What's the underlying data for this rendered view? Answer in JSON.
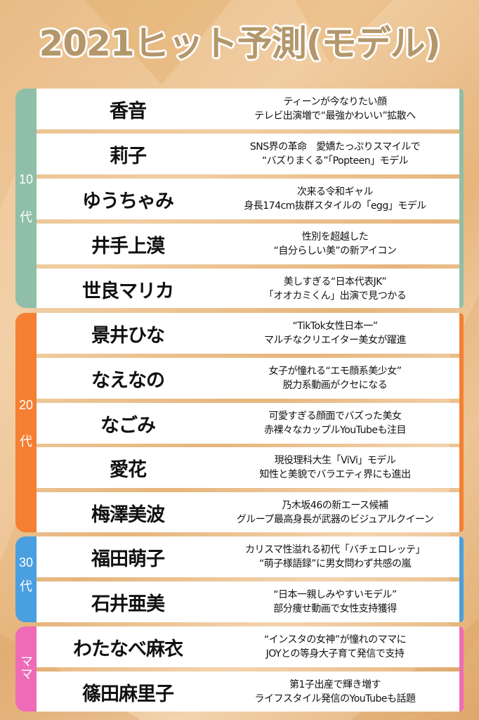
{
  "title": "2021ヒット予測(モデル)",
  "colors": {
    "teens": "#8fbfa8",
    "twenties": "#f57f33",
    "thirties": "#4a9fe0",
    "mama": "#ee6cb7",
    "title_fill": "#b3976b"
  },
  "sections": [
    {
      "label_num": "10",
      "label_suffix": "代",
      "rows": [
        {
          "name": "香音",
          "line1": "ティーンが今なりたい顔",
          "line2": "テレビ出演増で“最強かわいい”拡散へ"
        },
        {
          "name": "莉子",
          "line1": "SNS界の革命　愛嬌たっぷりスマイルで",
          "line2": "“バズりまくる”「Popteen」モデル"
        },
        {
          "name": "ゆうちゃみ",
          "line1": "次来る令和ギャル",
          "line2": "身長174cm抜群スタイルの「egg」モデル"
        },
        {
          "name": "井手上漠",
          "line1": "性別を超越した",
          "line2": "“自分らしい美”の新アイコン"
        },
        {
          "name": "世良マリカ",
          "line1": "美しすぎる“日本代表JK”",
          "line2": "「オオカミくん」出演で見つかる"
        }
      ]
    },
    {
      "label_num": "20",
      "label_suffix": "代",
      "rows": [
        {
          "name": "景井ひな",
          "line1": "“TikTok女性日本一”",
          "line2": "マルチなクリエイター美女が躍進"
        },
        {
          "name": "なえなの",
          "line1": "女子が憧れる“エモ顔系美少女”",
          "line2": "脱力系動画がクセになる"
        },
        {
          "name": "なごみ",
          "line1": "可愛すぎる顔面でバズった美女",
          "line2": "赤裸々なカップルYouTubeも注目"
        },
        {
          "name": "愛花",
          "line1": "現役理科大生「ViVi」モデル",
          "line2": "知性と美貌でバラエティ界にも進出"
        },
        {
          "name": "梅澤美波",
          "line1": "乃木坂46の新エース候補",
          "line2": "グループ最高身長が武器のビジュアルクイーン"
        }
      ]
    },
    {
      "label_num": "30",
      "label_suffix": "代",
      "rows": [
        {
          "name": "福田萌子",
          "line1": "カリスマ性溢れる初代「バチェロレッテ」",
          "line2": "“萌子様語録”に男女問わず共感の嵐"
        },
        {
          "name": "石井亜美",
          "line1": "“日本一親しみやすいモデル”",
          "line2": "部分痩せ動画で女性支持獲得"
        }
      ]
    },
    {
      "label_num": "",
      "label_suffix": "ママ",
      "rows": [
        {
          "name": "わたなべ麻衣",
          "line1": "“インスタの女神”が憧れのママに",
          "line2": "JOYとの等身大子育て発信で支持"
        },
        {
          "name": "篠田麻里子",
          "line1": "第1子出産で輝き増す",
          "line2": "ライフスタイル発信のYouTubeも話題"
        }
      ]
    }
  ]
}
